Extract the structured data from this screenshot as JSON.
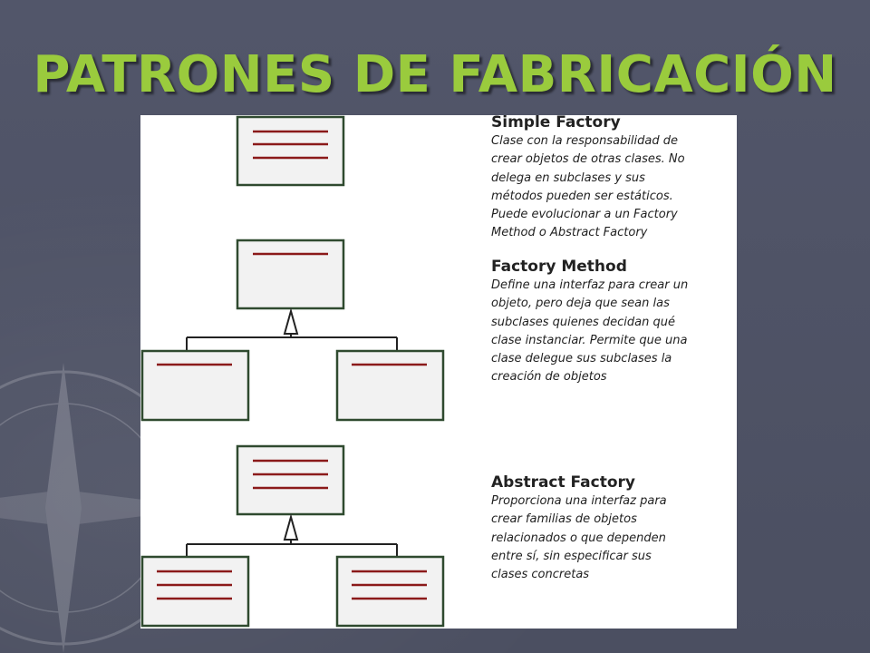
{
  "slide": {
    "title": "PATRONES DE FABRICACIÓN"
  },
  "patterns": [
    {
      "name": "Simple Factory",
      "description": "Clase con la responsabilidad de\ncrear objetos de otras clases. No\ndelega en subclases y sus\nmétodos pueden ser estáticos.\nPuede evolucionar a un Factory\nMethod o Abstract Factory"
    },
    {
      "name": "Factory Method",
      "description": "Define una interfaz para crear un\nobjeto, pero deja que sean las\nsubclases quienes decidan qué\nclase instanciar. Permite que una\nclase delegue sus subclases la\ncreación de objetos"
    },
    {
      "name": "Abstract Factory",
      "description": "Proporciona una interfaz para\ncrear familias de objetos\nrelacionados o que dependen\nentre sí, sin especificar sus\nclases concretas"
    }
  ],
  "colors": {
    "title": "#9acb3d",
    "background": "#4e5263",
    "box_border": "#2f4a2f",
    "box_fill": "#f2f2f2",
    "member_line": "#8b1a1a"
  }
}
